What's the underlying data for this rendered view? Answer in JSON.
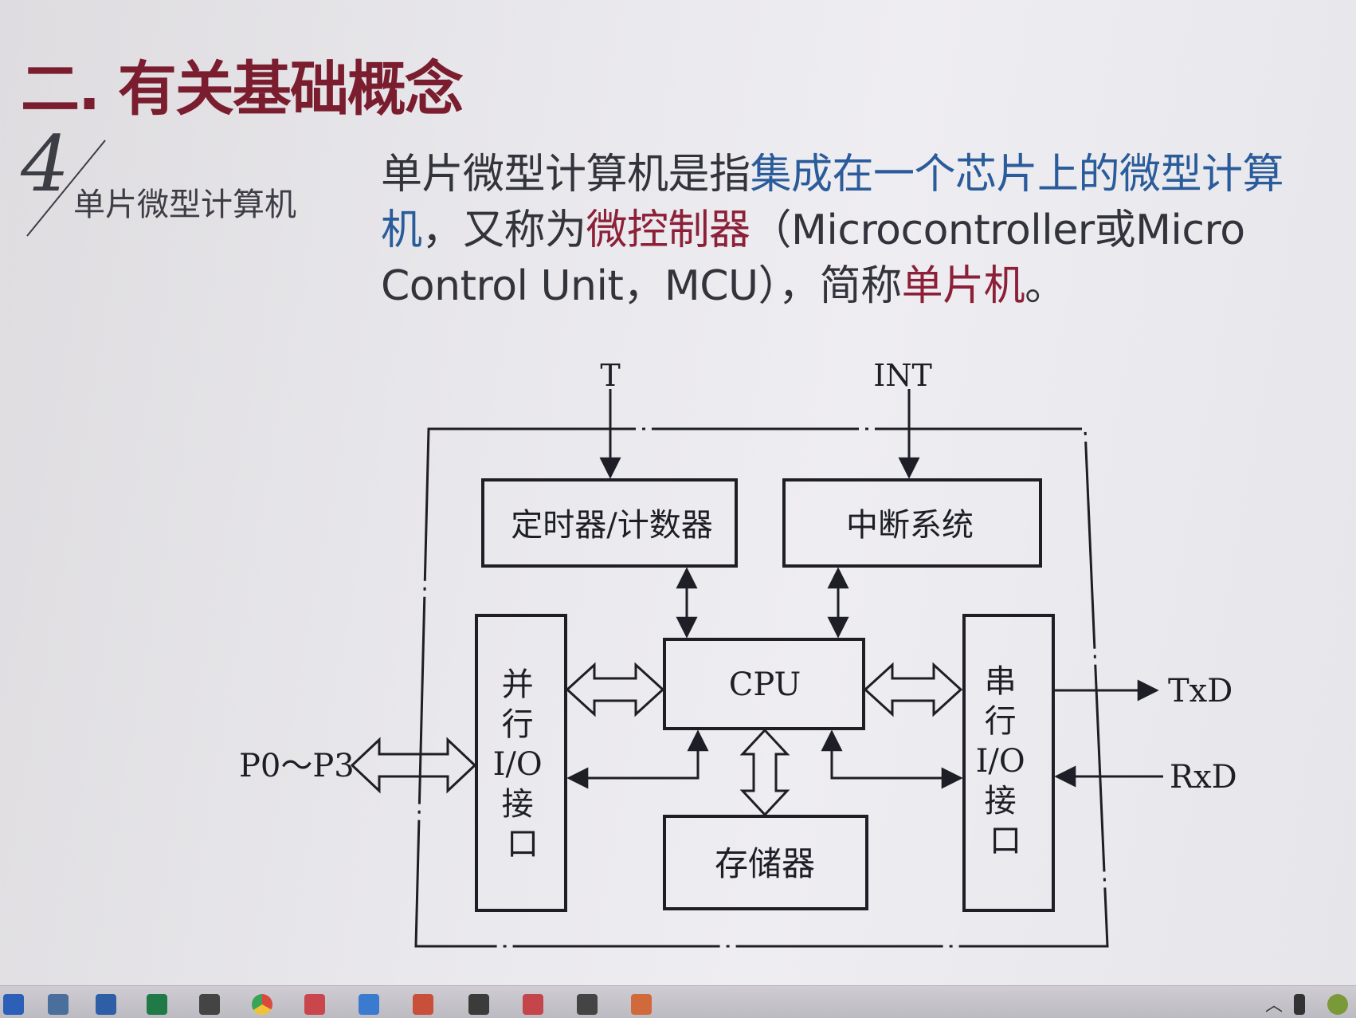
{
  "slide": {
    "section_title": "二. 有关基础概念",
    "topic_number": "4",
    "topic_label": "单片微型计算机",
    "definition": {
      "part1": "单片微型计算机是指",
      "highlight_integrated": "集成在一个芯片上的微型计算机",
      "part2": "，又称为",
      "highlight_mcu_name": "微控制器",
      "part3": "（Microcontroller或Micro Control Unit，MCU），简称",
      "highlight_short_name": "单片机",
      "part4": "。"
    }
  },
  "diagram": {
    "external_inputs": {
      "timer_input": "T",
      "interrupt_input": "INT"
    },
    "blocks": {
      "timer_counter": "定时器/计数器",
      "interrupt_system": "中断系统",
      "cpu": "CPU",
      "memory": "存储器",
      "parallel_io": [
        "并",
        "行",
        "I/O",
        "接",
        "口"
      ],
      "serial_io": [
        "串",
        "行",
        "I/O",
        "接",
        "口"
      ]
    },
    "ports": {
      "parallel_ports": "P0～P3",
      "serial_tx": "TxD",
      "serial_rx": "RxD"
    }
  },
  "colors": {
    "title": "#7a1d2f",
    "highlight_blue": "#2a5b9a",
    "highlight_red": "#8c2038",
    "body_text": "#33333c",
    "diagram_ink": "#1e1e26"
  },
  "taskbar": {
    "icons": [
      "start-icon",
      "file-explorer-icon",
      "word-icon",
      "excel-icon",
      "media-icon",
      "chrome-icon",
      "wps-icon",
      "folder-icon",
      "powerpoint-icon",
      "gallery-icon",
      "wps-icon",
      "app-icon",
      "app-icon"
    ],
    "tray_icons": [
      "chevron-up-icon",
      "battery-icon",
      "network-icon"
    ]
  }
}
